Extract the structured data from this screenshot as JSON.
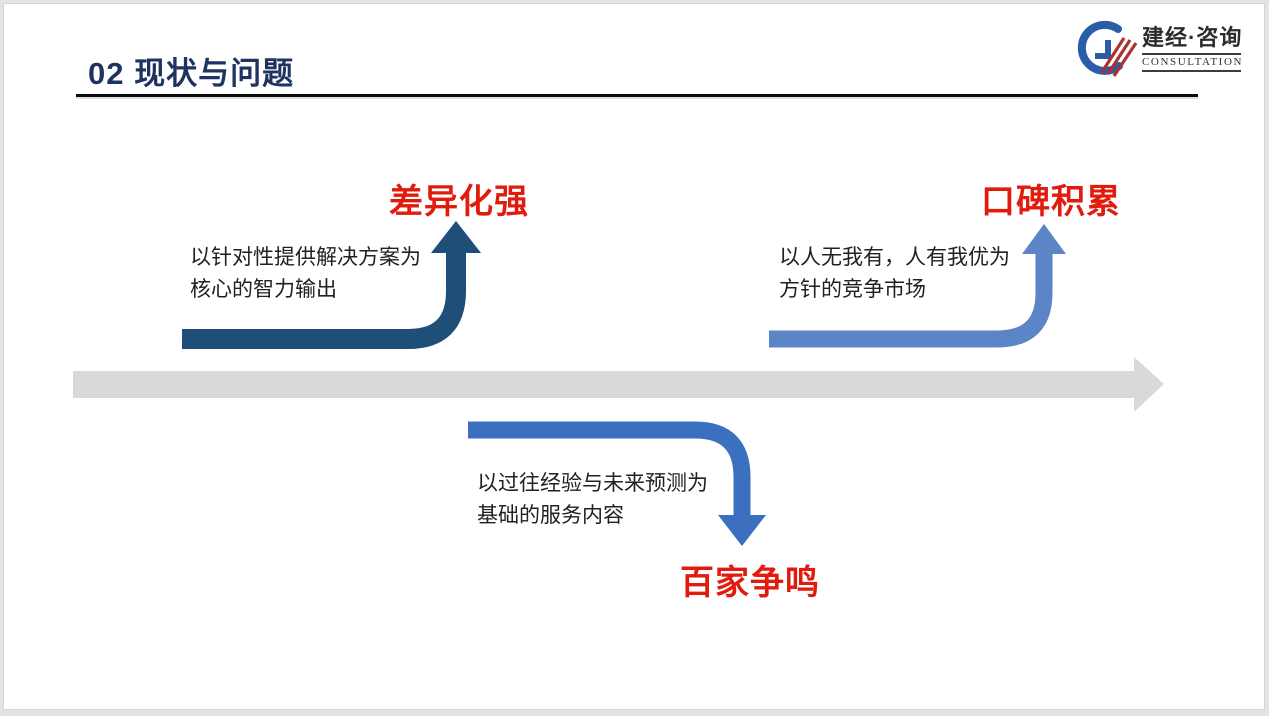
{
  "header": {
    "section_number_and_title": "02 现状与问题"
  },
  "logo": {
    "name_cn": "建经·咨询",
    "name_en": "CONSULTATION",
    "mark_blue": "#2a5ca8",
    "mark_red": "#a83430"
  },
  "diagram": {
    "axis_color": "#d9d9d9",
    "label_color": "#e11b0e",
    "items": [
      {
        "label": "差异化强",
        "desc_line1": "以针对性提供解决方案为",
        "desc_line2": "核心的智力输出",
        "direction": "up",
        "color": "#1f4e79"
      },
      {
        "label": "百家争鸣",
        "desc_line1": "以过往经验与未来预测为",
        "desc_line2": "基础的服务内容",
        "direction": "down",
        "color": "#3a70bf"
      },
      {
        "label": "口碑积累",
        "desc_line1": "以人无我有，人有我优为",
        "desc_line2": "方针的竞争市场",
        "direction": "up",
        "color": "#5b85c7"
      }
    ]
  }
}
